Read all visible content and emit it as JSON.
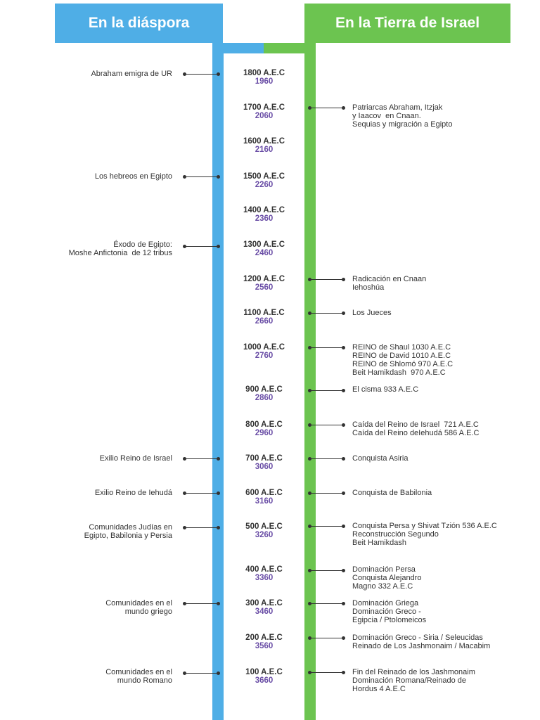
{
  "headers": {
    "left": "En la diáspora",
    "right": "En la Tierra de Israel"
  },
  "years": [
    {
      "aec": "1800 A.E.C",
      "heb": "1960"
    },
    {
      "aec": "1700 A.E.C",
      "heb": "2060"
    },
    {
      "aec": "1600 A.E.C",
      "heb": "2160"
    },
    {
      "aec": "1500 A.E.C",
      "heb": "2260"
    },
    {
      "aec": "1400 A.E.C",
      "heb": "2360"
    },
    {
      "aec": "1300 A.E.C",
      "heb": "2460"
    },
    {
      "aec": "1200 A.E.C",
      "heb": "2560"
    },
    {
      "aec": "1100 A.E.C",
      "heb": "2660"
    },
    {
      "aec": "1000 A.E.C",
      "heb": "2760"
    },
    {
      "aec": "900 A.E.C",
      "heb": "2860"
    },
    {
      "aec": "800 A.E.C",
      "heb": "2960"
    },
    {
      "aec": "700 A.E.C",
      "heb": "3060"
    },
    {
      "aec": "600 A.E.C",
      "heb": "3160"
    },
    {
      "aec": "500 A.E.C",
      "heb": "3260"
    },
    {
      "aec": "400 A.E.C",
      "heb": "3360"
    },
    {
      "aec": "300 A.E.C",
      "heb": "3460"
    },
    {
      "aec": "200 A.E.C",
      "heb": "3560"
    },
    {
      "aec": "100 A.E.C",
      "heb": "3660"
    }
  ],
  "diaspora_events": [
    "Abraham emigra de UR",
    "Los hebreos en Egipto",
    "Éxodo de Egipto:\nMoshe Anfictonia  de 12 tribus",
    "Exilio Reino de Israel",
    "Exilio Reino de Iehudá",
    "Comunidades Judías en\nEgipto, Babilonia y Persia",
    "Comunidades en el\nmundo griego",
    "Comunidades en el\nmundo Romano"
  ],
  "israel_events": [
    "Patriarcas Abraham, Itzjak\ny Iaacov  en Cnaan.\nSequias y migración a Egipto",
    "Radicación en Cnaan\nIehoshúa",
    "Los Jueces",
    "REINO de Shaul 1030 A.E.C\nREINO de David 1010 A.E.C\nREINO de Shlomó 970 A.E.C\nBeit Hamikdash  970 A.E.C",
    "El cisma 933 A.E.C",
    "Caída del Reino de Israel  721 A.E.C\nCaída del Reino deIehudá 586 A.E.C",
    "Conquista Asiria",
    "Conquista de Babilonia",
    "Conquista Persa y Shivat Tzión 536 A.E.C\nReconstrucción Segundo\nBeit Hamikdash",
    "Dominación Persa\nConquista Alejandro\nMagno 332 A.E.C",
    "Dominación Griega\nDominación Greco -\nEgipcia / Ptolomeicos",
    "Dominación Greco - Siria / Seleucidas\nReinado de Los Jashmonaim / Macabim",
    "Fin del Reinado de los Jashmonaim\nDominación Romana/Reinado de\nHordus 4 A.E.C"
  ],
  "colors": {
    "diaspora": "#4faee6",
    "israel": "#6cc450",
    "hebrew_year": "#6a4ea6",
    "text": "#333333"
  }
}
